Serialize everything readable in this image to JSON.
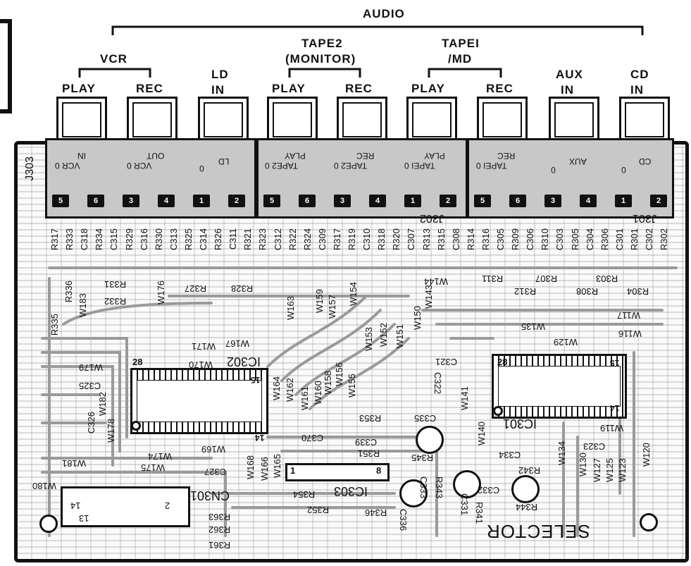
{
  "headers": {
    "audio": "AUDIO",
    "vcr": "VCR",
    "tape2": "TAPE2",
    "monitor": "(MONITOR)",
    "tape1": "TAPEI",
    "md": "/MD",
    "ld": "LD",
    "ld_in": "IN",
    "aux": "AUX",
    "aux_in": "IN",
    "cd": "CD",
    "cd_in": "IN",
    "play": "PLAY",
    "rec": "REC"
  },
  "connector_labels": {
    "vcr_in": "VCR 0",
    "vcr_in_sub": "IN",
    "vcr_out": "VCR 0",
    "vcr_out_sub": "OUT",
    "ld": "LD",
    "ld_zero": "0",
    "tape2_play": "TAPE2 0",
    "tape2_play_sub": "PLAY",
    "tape2_rec": "TAPE2 0",
    "tape2_rec_sub": "REC",
    "tape1_play": "TAPEI 0",
    "tape1_play_sub": "PLAY",
    "tape1_rec": "TAPEI 0",
    "tape1_rec_sub": "REC",
    "aux": "AUX",
    "aux_zero": "0",
    "cd": "CD",
    "cd_zero": "0"
  },
  "pins": [
    "5",
    "6",
    "3",
    "4",
    "1",
    "2",
    "5",
    "6",
    "3",
    "4",
    "1",
    "2",
    "5",
    "6",
    "3",
    "4",
    "1",
    "2"
  ],
  "ref": {
    "j303": "J303",
    "j302": "J302",
    "j301": "J301",
    "ic302": "IC302",
    "ic301": "IC301",
    "ic303": "IC303",
    "cn301": "CN301",
    "selector": "SELECTOR",
    "pin28a": "28",
    "pin15a": "15",
    "pin14a": "14",
    "pin28b": "28",
    "pin15b": "15",
    "pin14b": "14",
    "pin1": "1",
    "pin8": "8",
    "cn14": "14",
    "cn2": "2",
    "cn13": "13"
  },
  "resistors_top": [
    "R317",
    "R333",
    "C318",
    "R334",
    "C315",
    "R329",
    "C316",
    "R330",
    "C313",
    "R325",
    "C314",
    "R326",
    "C311",
    "R321",
    "R323",
    "C312",
    "R322",
    "R324",
    "C309",
    "R317",
    "R319",
    "C310",
    "R318",
    "R320",
    "C307",
    "R313",
    "R315",
    "C308",
    "R314",
    "R316",
    "C305",
    "R309",
    "C306",
    "R310",
    "C303",
    "R305",
    "C304",
    "R306",
    "C301",
    "R301",
    "C302",
    "R302"
  ],
  "components": {
    "r331": "R331",
    "r332": "R332",
    "r336": "R336",
    "r335": "R335",
    "r327": "R327",
    "r328": "R328",
    "r311": "R311",
    "r312": "R312",
    "r307": "R307",
    "r308": "R308",
    "r303": "R303",
    "r304": "R304",
    "w183": "W183",
    "w176": "W176",
    "w163": "W163",
    "w159": "W159",
    "w157": "W157",
    "w154": "W154",
    "w144": "W144",
    "w143": "W143",
    "w150": "W150",
    "w117": "W117",
    "w135": "W135",
    "w116": "W116",
    "w129": "W129",
    "w171": "W171",
    "w167": "W167",
    "w170": "W170",
    "w179": "W179",
    "c325": "C325",
    "w153": "W153",
    "w152": "W152",
    "w151": "W151",
    "c321": "C321",
    "c322": "C322",
    "w182": "W182",
    "c326": "C326",
    "w178": "W178",
    "w164": "W164",
    "w162": "W162",
    "w161": "W161",
    "w160": "W160",
    "w158": "W158",
    "w156": "W156",
    "w155": "W155",
    "w141": "W141",
    "r353": "R353",
    "c335": "C335",
    "c370": "C370",
    "c339": "C339",
    "r351": "R351",
    "w140": "W140",
    "w119": "W119",
    "c323": "C323",
    "c334": "C334",
    "w120": "W120",
    "w169": "W169",
    "w174": "W174",
    "w175": "W175",
    "w181": "W181",
    "c327": "C327",
    "w168": "W168",
    "w166": "W166",
    "w165": "W165",
    "r345": "R345",
    "r342": "R342",
    "w134": "W134",
    "w130": "W130",
    "w127": "W127",
    "w125": "W125",
    "w123": "W123",
    "w180": "W180",
    "c333": "C333",
    "r343": "R343",
    "c332": "C332",
    "r354": "R354",
    "r352": "R352",
    "r346": "R346",
    "c331": "C331",
    "r341": "R341",
    "r344": "R344",
    "c336": "C336",
    "r363": "R363",
    "r362": "R362",
    "r361": "R361"
  },
  "colors": {
    "ink": "#111111",
    "board": "#fafafa",
    "connector": "#c8c8c8"
  }
}
